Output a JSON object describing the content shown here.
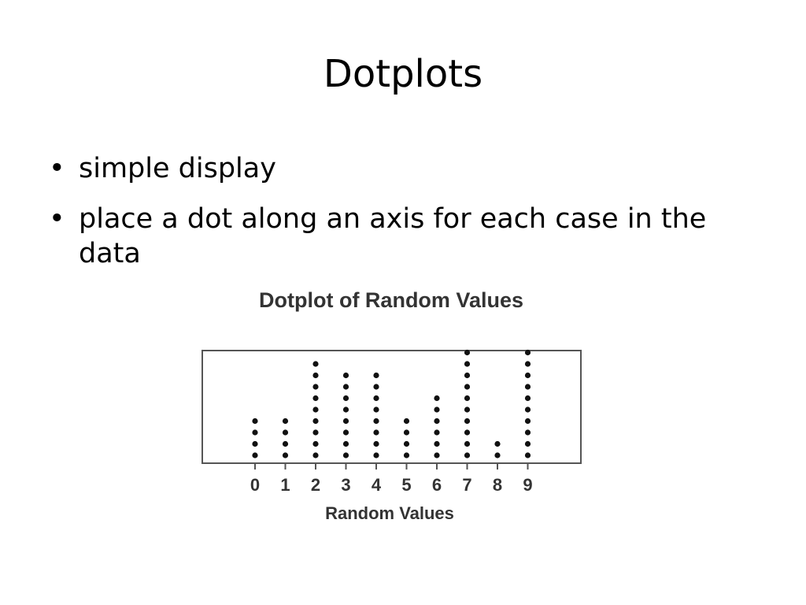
{
  "slide": {
    "title": "Dotplots",
    "bullets": [
      "simple display",
      "place a dot along an axis for each case in the data"
    ],
    "bullet_glyph": "•"
  },
  "chart_data": {
    "type": "scatter",
    "subtype": "dotplot",
    "title": "Dotplot of Random Values",
    "xlabel": "Random Values",
    "ylabel": "",
    "categories": [
      "0",
      "1",
      "2",
      "3",
      "4",
      "5",
      "6",
      "7",
      "8",
      "9"
    ],
    "counts": [
      4,
      4,
      9,
      8,
      8,
      4,
      6,
      10,
      2,
      10
    ],
    "grid": false,
    "legend": "none",
    "colors": {
      "dot": "#111111",
      "frame": "#555555",
      "text": "#333333"
    }
  }
}
